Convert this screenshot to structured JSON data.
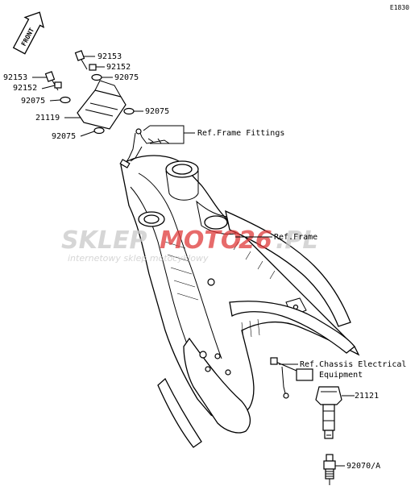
{
  "diagram": {
    "code": "E1830",
    "front_label": "FRONT",
    "watermark": {
      "brand_left": "SKLEP",
      "brand_mid": "MOTO",
      "brand_highlight": "26",
      "brand_right": ".PL",
      "tagline": "internetowy sklep motocyklowy",
      "color_gray": "#c9c9c9",
      "color_red": "#e03a3a"
    },
    "part_labels": {
      "p92153_top": "92153",
      "p92152_top": "92152",
      "p92075_top": "92075",
      "p92153_left": "92153",
      "p92152_left": "92152",
      "p92075_left": "92075",
      "p21119": "21119",
      "p92075_mid": "92075",
      "p92075_low": "92075",
      "p21121": "21121",
      "p92070a": "92070/A"
    },
    "refs": {
      "frame_fittings": "Ref.Frame Fittings",
      "frame": "Ref.Frame",
      "chassis_line1": "Ref.Chassis Electrical",
      "chassis_line2": "Equipment"
    }
  }
}
